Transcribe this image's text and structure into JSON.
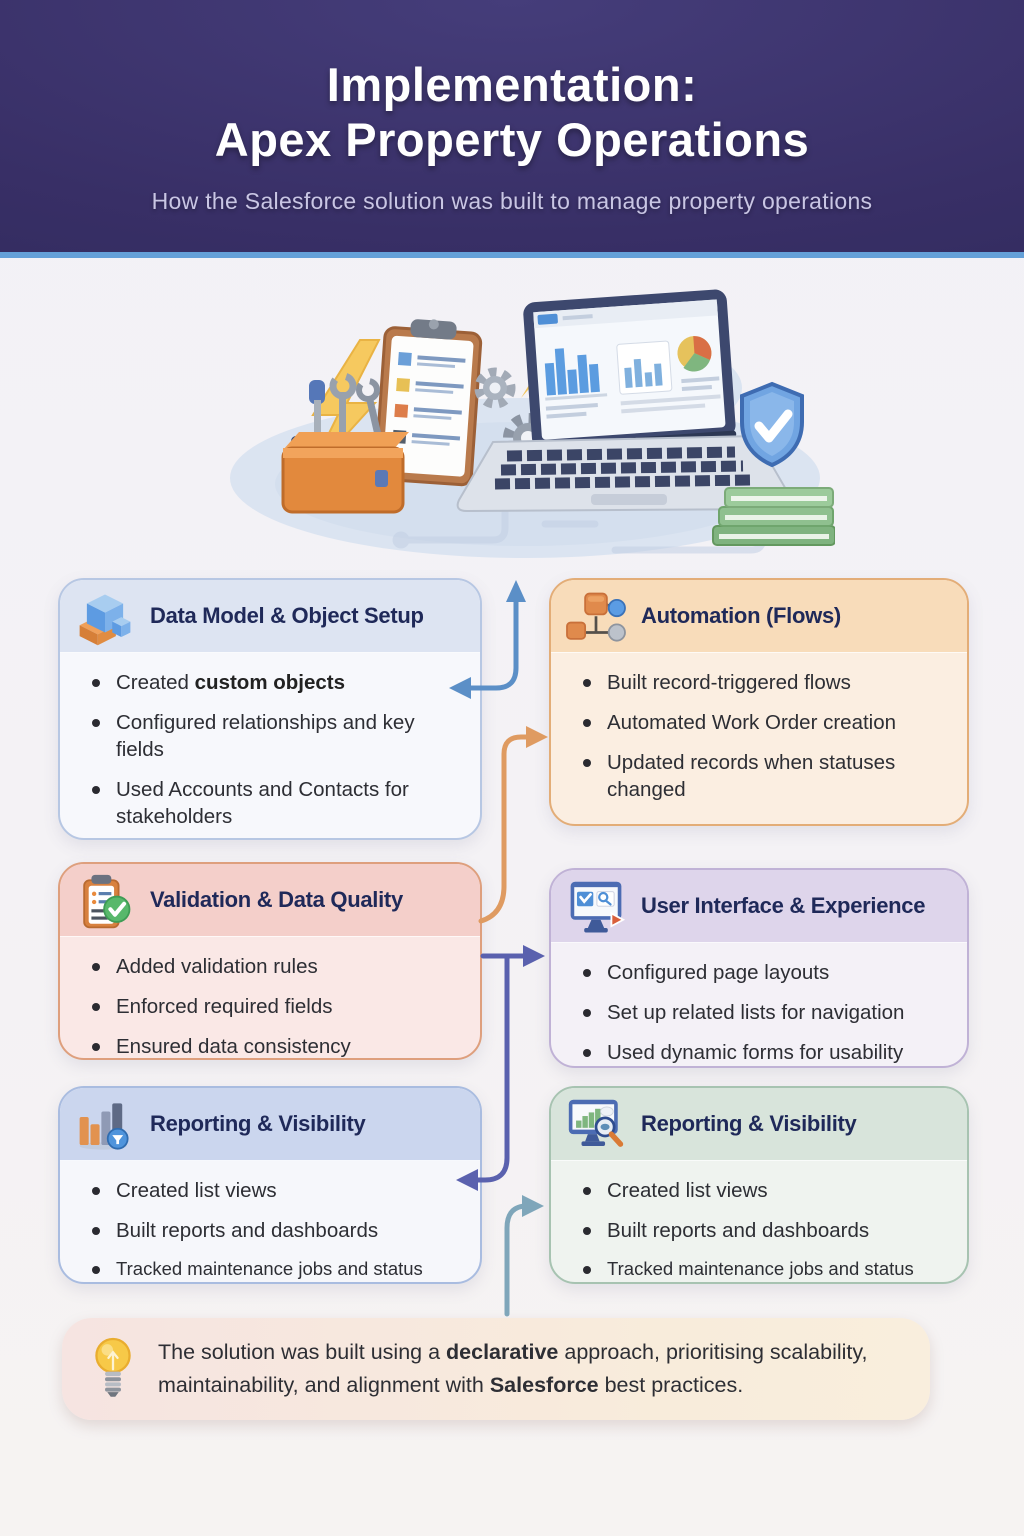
{
  "header": {
    "title_line1": "Implementation:",
    "title_line2": "Apex Property Operations",
    "subtitle": "How the Salesforce solution was built to manage property operations",
    "bg_color": "#382f66",
    "accent_line_color": "#64a0d8"
  },
  "illustration": {
    "icons": [
      "toolbox-icon",
      "lightning-icon",
      "clipboard-checklist-icon",
      "gears-icon",
      "laptop-dashboard-icon",
      "shield-check-icon",
      "books-stack-icon"
    ]
  },
  "cards": [
    {
      "title": "Data Model & Object Setup",
      "icon": "cubes-icon",
      "colors": {
        "band": "#dde4f2",
        "body": "#f7f8fc",
        "border": "#b7c7e3"
      },
      "bullets": [
        {
          "segments": [
            {
              "text": "Created "
            },
            {
              "text": "custom objects",
              "bold": true
            }
          ]
        },
        {
          "segments": [
            {
              "text": "Configured relationships and key fields"
            }
          ]
        },
        {
          "segments": [
            {
              "text": "Used Accounts and Contacts for stakeholders"
            }
          ]
        }
      ]
    },
    {
      "title": "Automation (Flows)",
      "icon": "flowchart-icon",
      "colors": {
        "band": "#f8dcba",
        "body": "#fbeee1",
        "border": "#e3ad77"
      },
      "bullets": [
        {
          "segments": [
            {
              "text": "Built record-triggered flows"
            }
          ]
        },
        {
          "segments": [
            {
              "text": "Automated Work Order creation"
            }
          ]
        },
        {
          "segments": [
            {
              "text": "Updated records when statuses changed"
            }
          ]
        }
      ]
    },
    {
      "title": "Validation & Data Quality",
      "icon": "clipboard-check-icon",
      "colors": {
        "band": "#f4cfca",
        "body": "#fae8e6",
        "border": "#de9f7d"
      },
      "bullets": [
        {
          "segments": [
            {
              "text": "Added validation rules"
            }
          ]
        },
        {
          "segments": [
            {
              "text": "Enforced required fields"
            }
          ]
        },
        {
          "segments": [
            {
              "text": "Ensured data consistency"
            }
          ]
        }
      ]
    },
    {
      "title": "User Interface & Experience",
      "icon": "monitor-search-icon",
      "colors": {
        "band": "#ded5eb",
        "body": "#f4f1f7",
        "border": "#c0b2d6"
      },
      "bullets": [
        {
          "segments": [
            {
              "text": "Configured page layouts"
            }
          ]
        },
        {
          "segments": [
            {
              "text": "Set up related lists for navigation"
            }
          ]
        },
        {
          "segments": [
            {
              "text": "Used dynamic forms for usability"
            }
          ]
        }
      ]
    },
    {
      "title": "Reporting & Visibility",
      "icon": "bar-chart-filter-icon",
      "colors": {
        "band": "#cbd6ee",
        "body": "#f6f7fb",
        "border": "#a9bce0"
      },
      "bullets": [
        {
          "segments": [
            {
              "text": "Created list views"
            }
          ]
        },
        {
          "segments": [
            {
              "text": "Built reports and dashboards"
            }
          ]
        },
        {
          "segments": [
            {
              "text": "Tracked maintenance jobs and status"
            }
          ]
        }
      ]
    },
    {
      "title": "Reporting & Visibility",
      "icon": "monitor-chart-magnifier-icon",
      "colors": {
        "band": "#d8e4db",
        "body": "#eff3ef",
        "border": "#a7c3b1"
      },
      "bullets": [
        {
          "segments": [
            {
              "text": "Created list views"
            }
          ]
        },
        {
          "segments": [
            {
              "text": "Built reports and dashboards"
            }
          ]
        },
        {
          "segments": [
            {
              "text": "Tracked maintenance jobs and status"
            }
          ]
        }
      ]
    }
  ],
  "arrows": [
    {
      "name": "arrow-up-to-illustration-and-into-data-model",
      "color": "#5b8fc7"
    },
    {
      "name": "arrow-validation-to-automation",
      "color": "#df9b61"
    },
    {
      "name": "arrow-validation-to-ui-and-reporting-left",
      "color": "#5a61ae"
    },
    {
      "name": "arrow-note-to-reporting-right",
      "color": "#7fa6ba"
    }
  ],
  "note": {
    "icon": "lightbulb-icon",
    "segments": [
      {
        "text": "The solution was built using a "
      },
      {
        "text": "declarative",
        "bold": true
      },
      {
        "text": " approach, prioritising scalability, maintainability, and alignment with "
      },
      {
        "text": "Salesforce",
        "bold": true
      },
      {
        "text": " best practices."
      }
    ]
  }
}
